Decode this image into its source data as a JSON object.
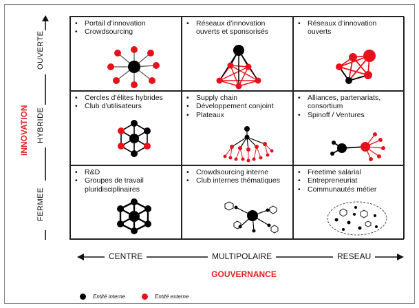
{
  "cells": [
    [
      "Portail d’innovation",
      "Crowdsourcing"
    ],
    [
      "Réseaux d’innovation ouverts et sponsorisés"
    ],
    [
      "Réseaux d’innovation ouverts"
    ],
    [
      "Cercles d’élites hybrides",
      "Club d’utilisateurs"
    ],
    [
      "Supply chain",
      "Développement conjoint",
      "Plateaux"
    ],
    [
      "Alliances, partenariats, consortium",
      "Spinoff / Ventures"
    ],
    [
      "R&D",
      "Groupes de travail pluridisciplinaires"
    ],
    [
      "Crowdsourcing interne",
      "Club internes thématiques"
    ],
    [
      "Freetime salarial",
      "Entrepreneuriat",
      "Communautés métier"
    ]
  ],
  "vertical_axis": {
    "title": "INNOVATION",
    "top": "OUVERTE",
    "middle": "HYBRIDE",
    "bottom": "FERMEE"
  },
  "horizontal_axis": {
    "title": "GOUVERNANCE",
    "left": "CENTRE",
    "middle": "MULTIPOLAIRE",
    "right": "RESEAU"
  },
  "legend": {
    "internal": "Entité interne",
    "external": "Entité externe"
  },
  "colors": {
    "internal": "#000000",
    "external": "#e8101a",
    "title": "#e02020"
  }
}
